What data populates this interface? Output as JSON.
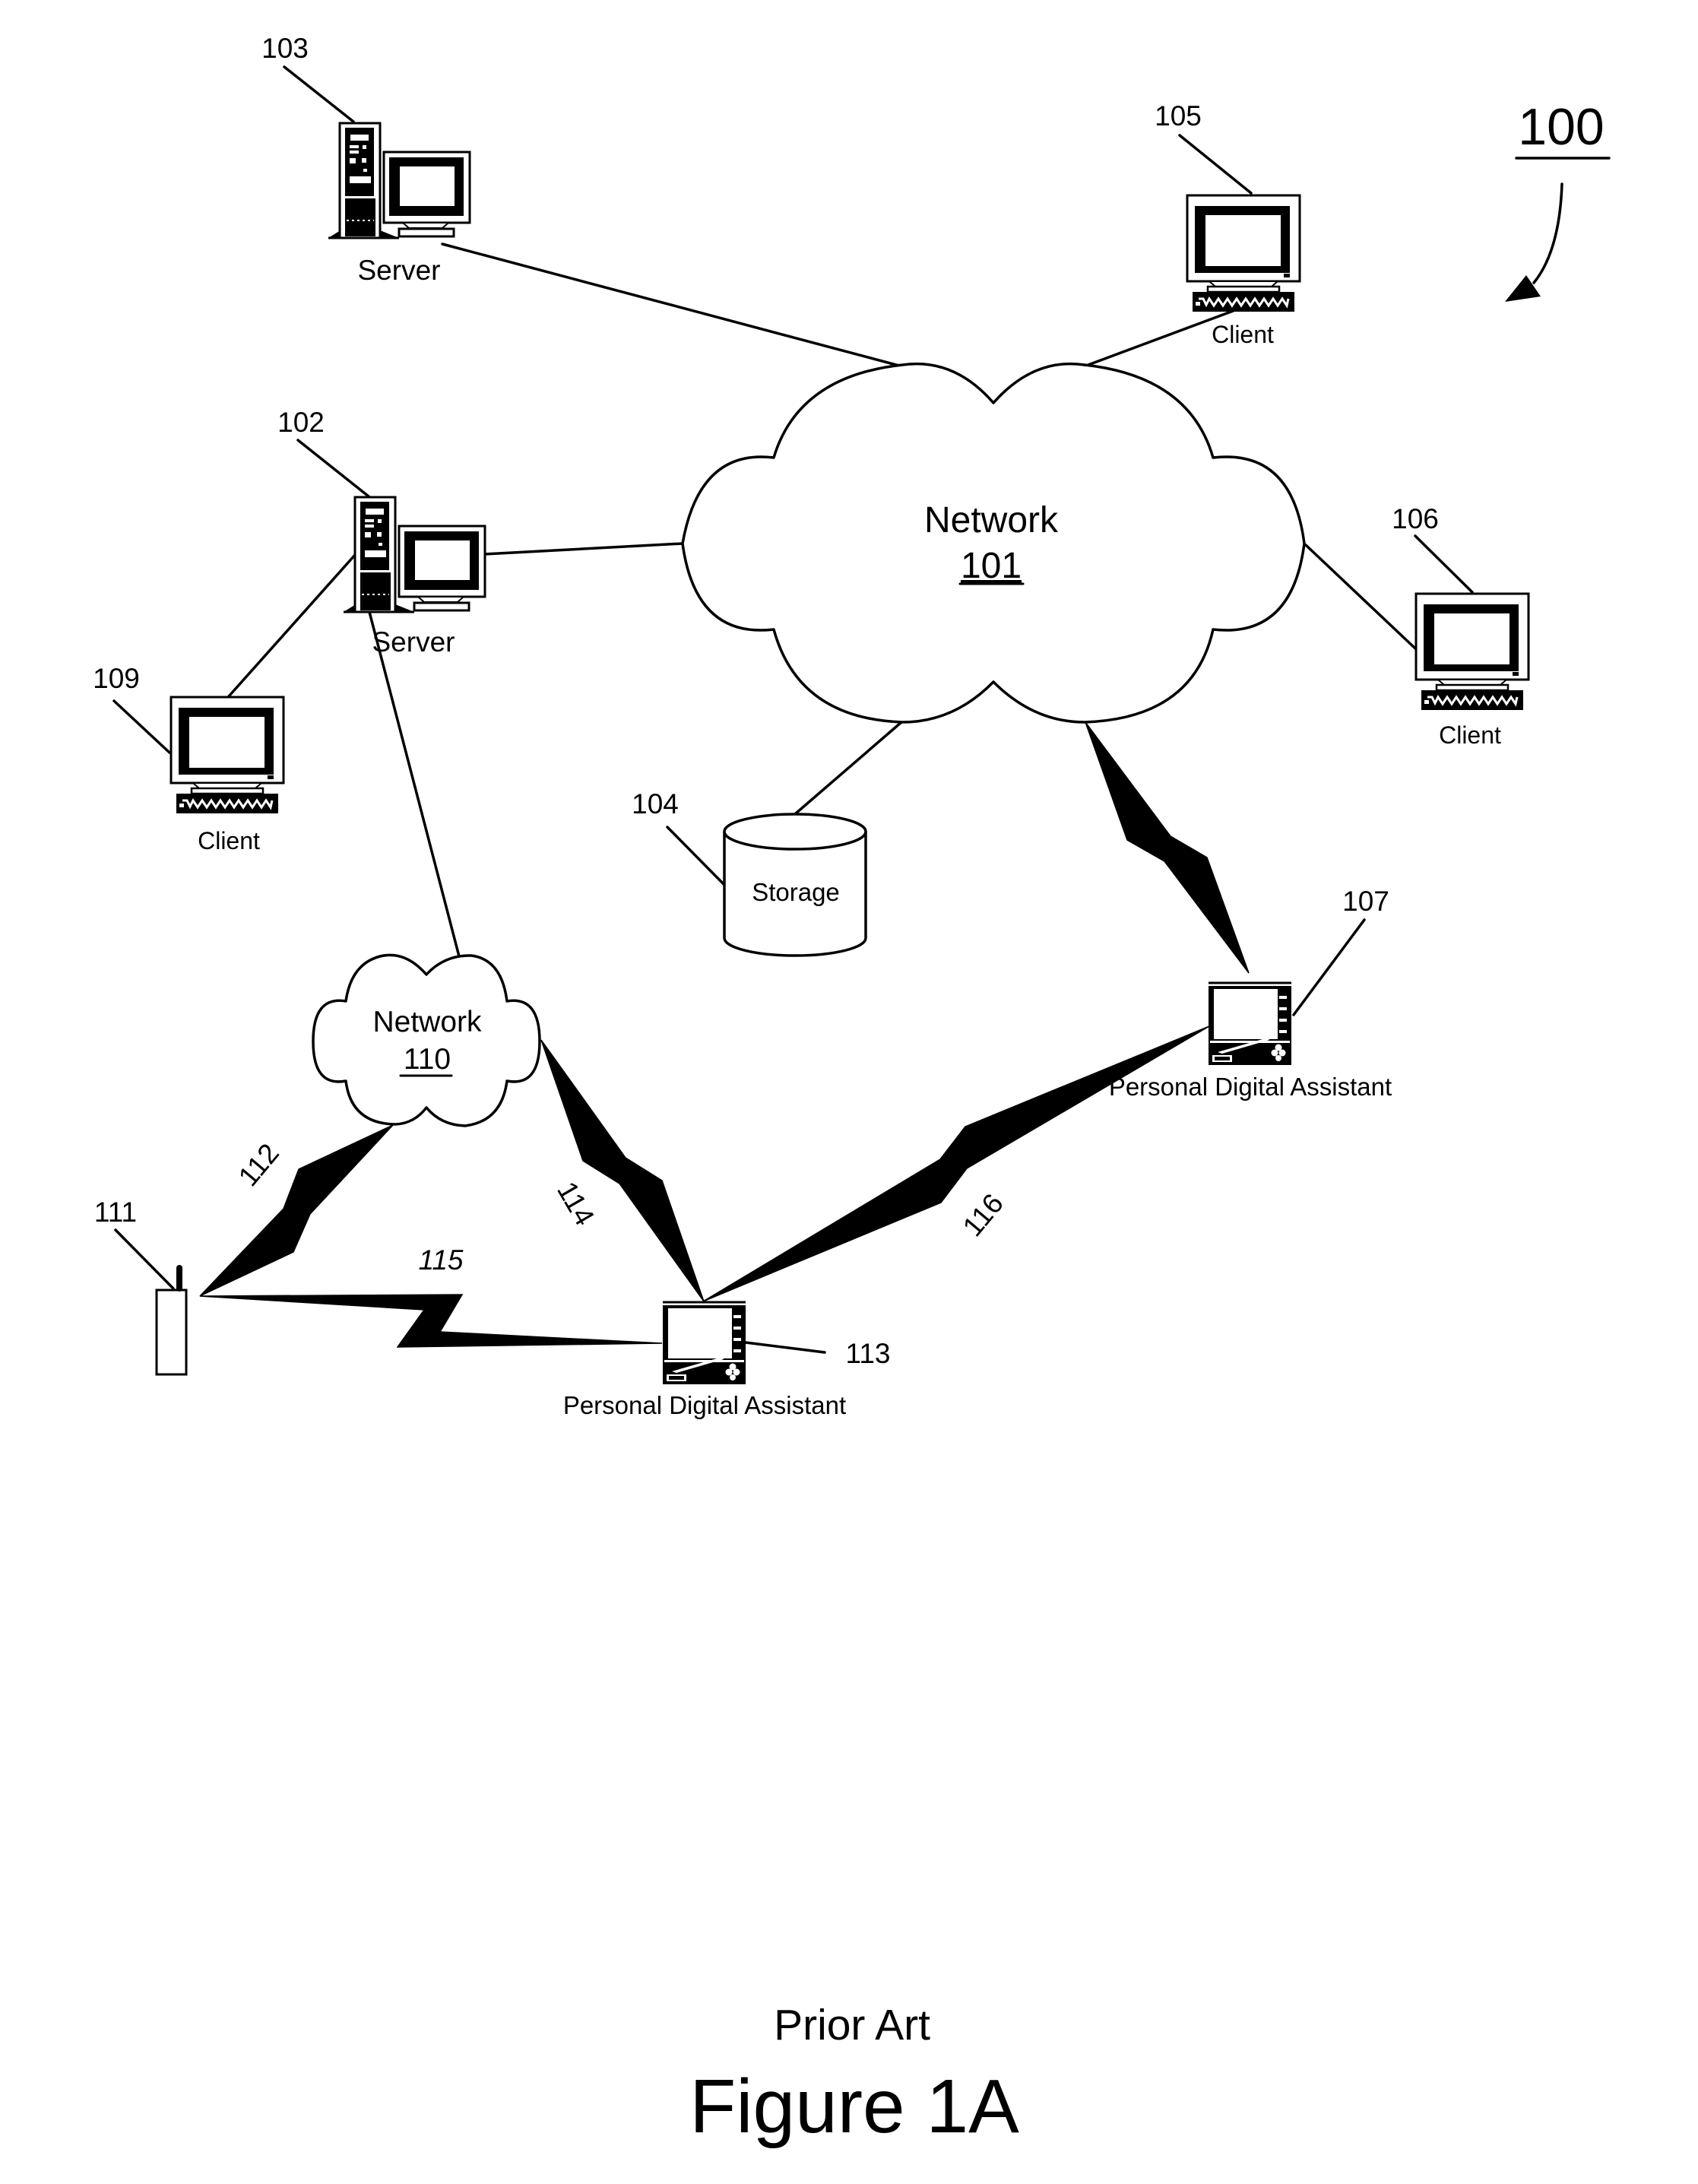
{
  "figure": {
    "reference_number": "100",
    "caption_prior_art": "Prior Art",
    "caption_title": "Figure 1A"
  },
  "nodes": {
    "network_main": {
      "label": "Network",
      "ref": "101"
    },
    "server_102": {
      "label": "Server",
      "ref": "102",
      "icon": "server-icon"
    },
    "server_103": {
      "label": "Server",
      "ref": "103",
      "icon": "server-icon"
    },
    "storage_104": {
      "label": "Storage",
      "ref": "104",
      "icon": "database-cylinder-icon"
    },
    "client_105": {
      "label": "Client",
      "ref": "105",
      "icon": "desktop-monitor-icon"
    },
    "client_106": {
      "label": "Client",
      "ref": "106",
      "icon": "desktop-monitor-icon"
    },
    "pda_107": {
      "label": "Personal Digital Assistant",
      "ref": "107",
      "icon": "pda-icon"
    },
    "client_109": {
      "label": "Client",
      "ref": "109",
      "icon": "desktop-monitor-icon"
    },
    "network_110": {
      "label": "Network",
      "ref": "110"
    },
    "phone_111": {
      "label": "",
      "ref": "111",
      "icon": "cell-phone-icon"
    },
    "pda_113": {
      "label": "Personal Digital Assistant",
      "ref": "113",
      "icon": "pda-icon"
    }
  },
  "wireless_links": [
    {
      "ref": "112",
      "from": "111",
      "to": "110"
    },
    {
      "ref": "114",
      "from": "110",
      "to": "113"
    },
    {
      "ref": "115",
      "from": "111",
      "to": "113"
    },
    {
      "ref": "116",
      "from": "113",
      "to": "107"
    },
    {
      "ref": "",
      "from": "101",
      "to": "107"
    }
  ],
  "wired_links": [
    {
      "from": "103",
      "to": "101"
    },
    {
      "from": "105",
      "to": "101"
    },
    {
      "from": "102",
      "to": "101"
    },
    {
      "from": "106",
      "to": "101"
    },
    {
      "from": "104",
      "to": "101"
    },
    {
      "from": "109",
      "to": "102"
    },
    {
      "from": "102",
      "to": "110"
    }
  ]
}
